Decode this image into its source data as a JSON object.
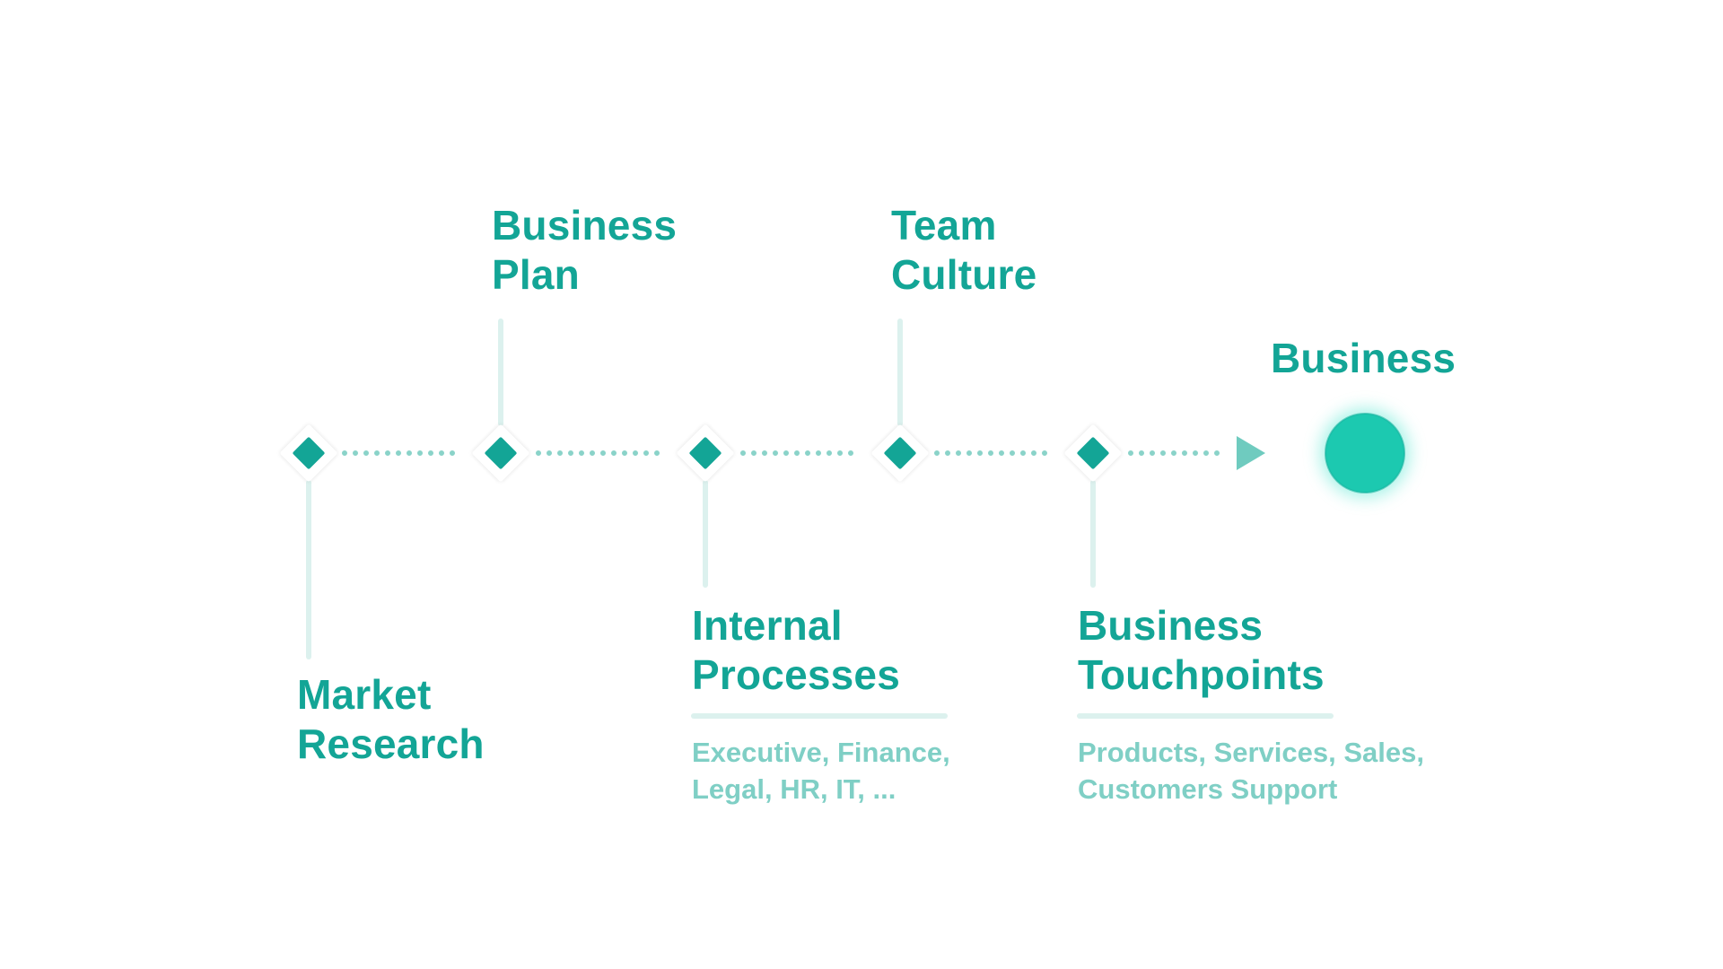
{
  "colors": {
    "accent": "#13a596",
    "accent_light": "#7fcfc5",
    "connector": "#dcf1ee",
    "dots": "#8ad3c9",
    "goal": "#1cc9b0",
    "goal_glow": "#5ee8d4"
  },
  "milestones": [
    {
      "id": "market-research",
      "lines": [
        "Market",
        "Research"
      ]
    },
    {
      "id": "business-plan",
      "lines": [
        "Business",
        "Plan"
      ]
    },
    {
      "id": "internal-processes",
      "lines": [
        "Internal",
        "Processes"
      ],
      "details": [
        "Executive, Finance,",
        "Legal, HR, IT, ..."
      ]
    },
    {
      "id": "team-culture",
      "lines": [
        "Team",
        "Culture"
      ]
    },
    {
      "id": "business-touchpoints",
      "lines": [
        "Business",
        "Touchpoints"
      ],
      "details": [
        "Products, Services, Sales,",
        "Customers Support"
      ]
    }
  ],
  "goal": {
    "label": "Business",
    "icon": "goal-circle-icon"
  },
  "icons": {
    "milestone": "diamond-icon",
    "direction": "arrow-right-icon"
  }
}
